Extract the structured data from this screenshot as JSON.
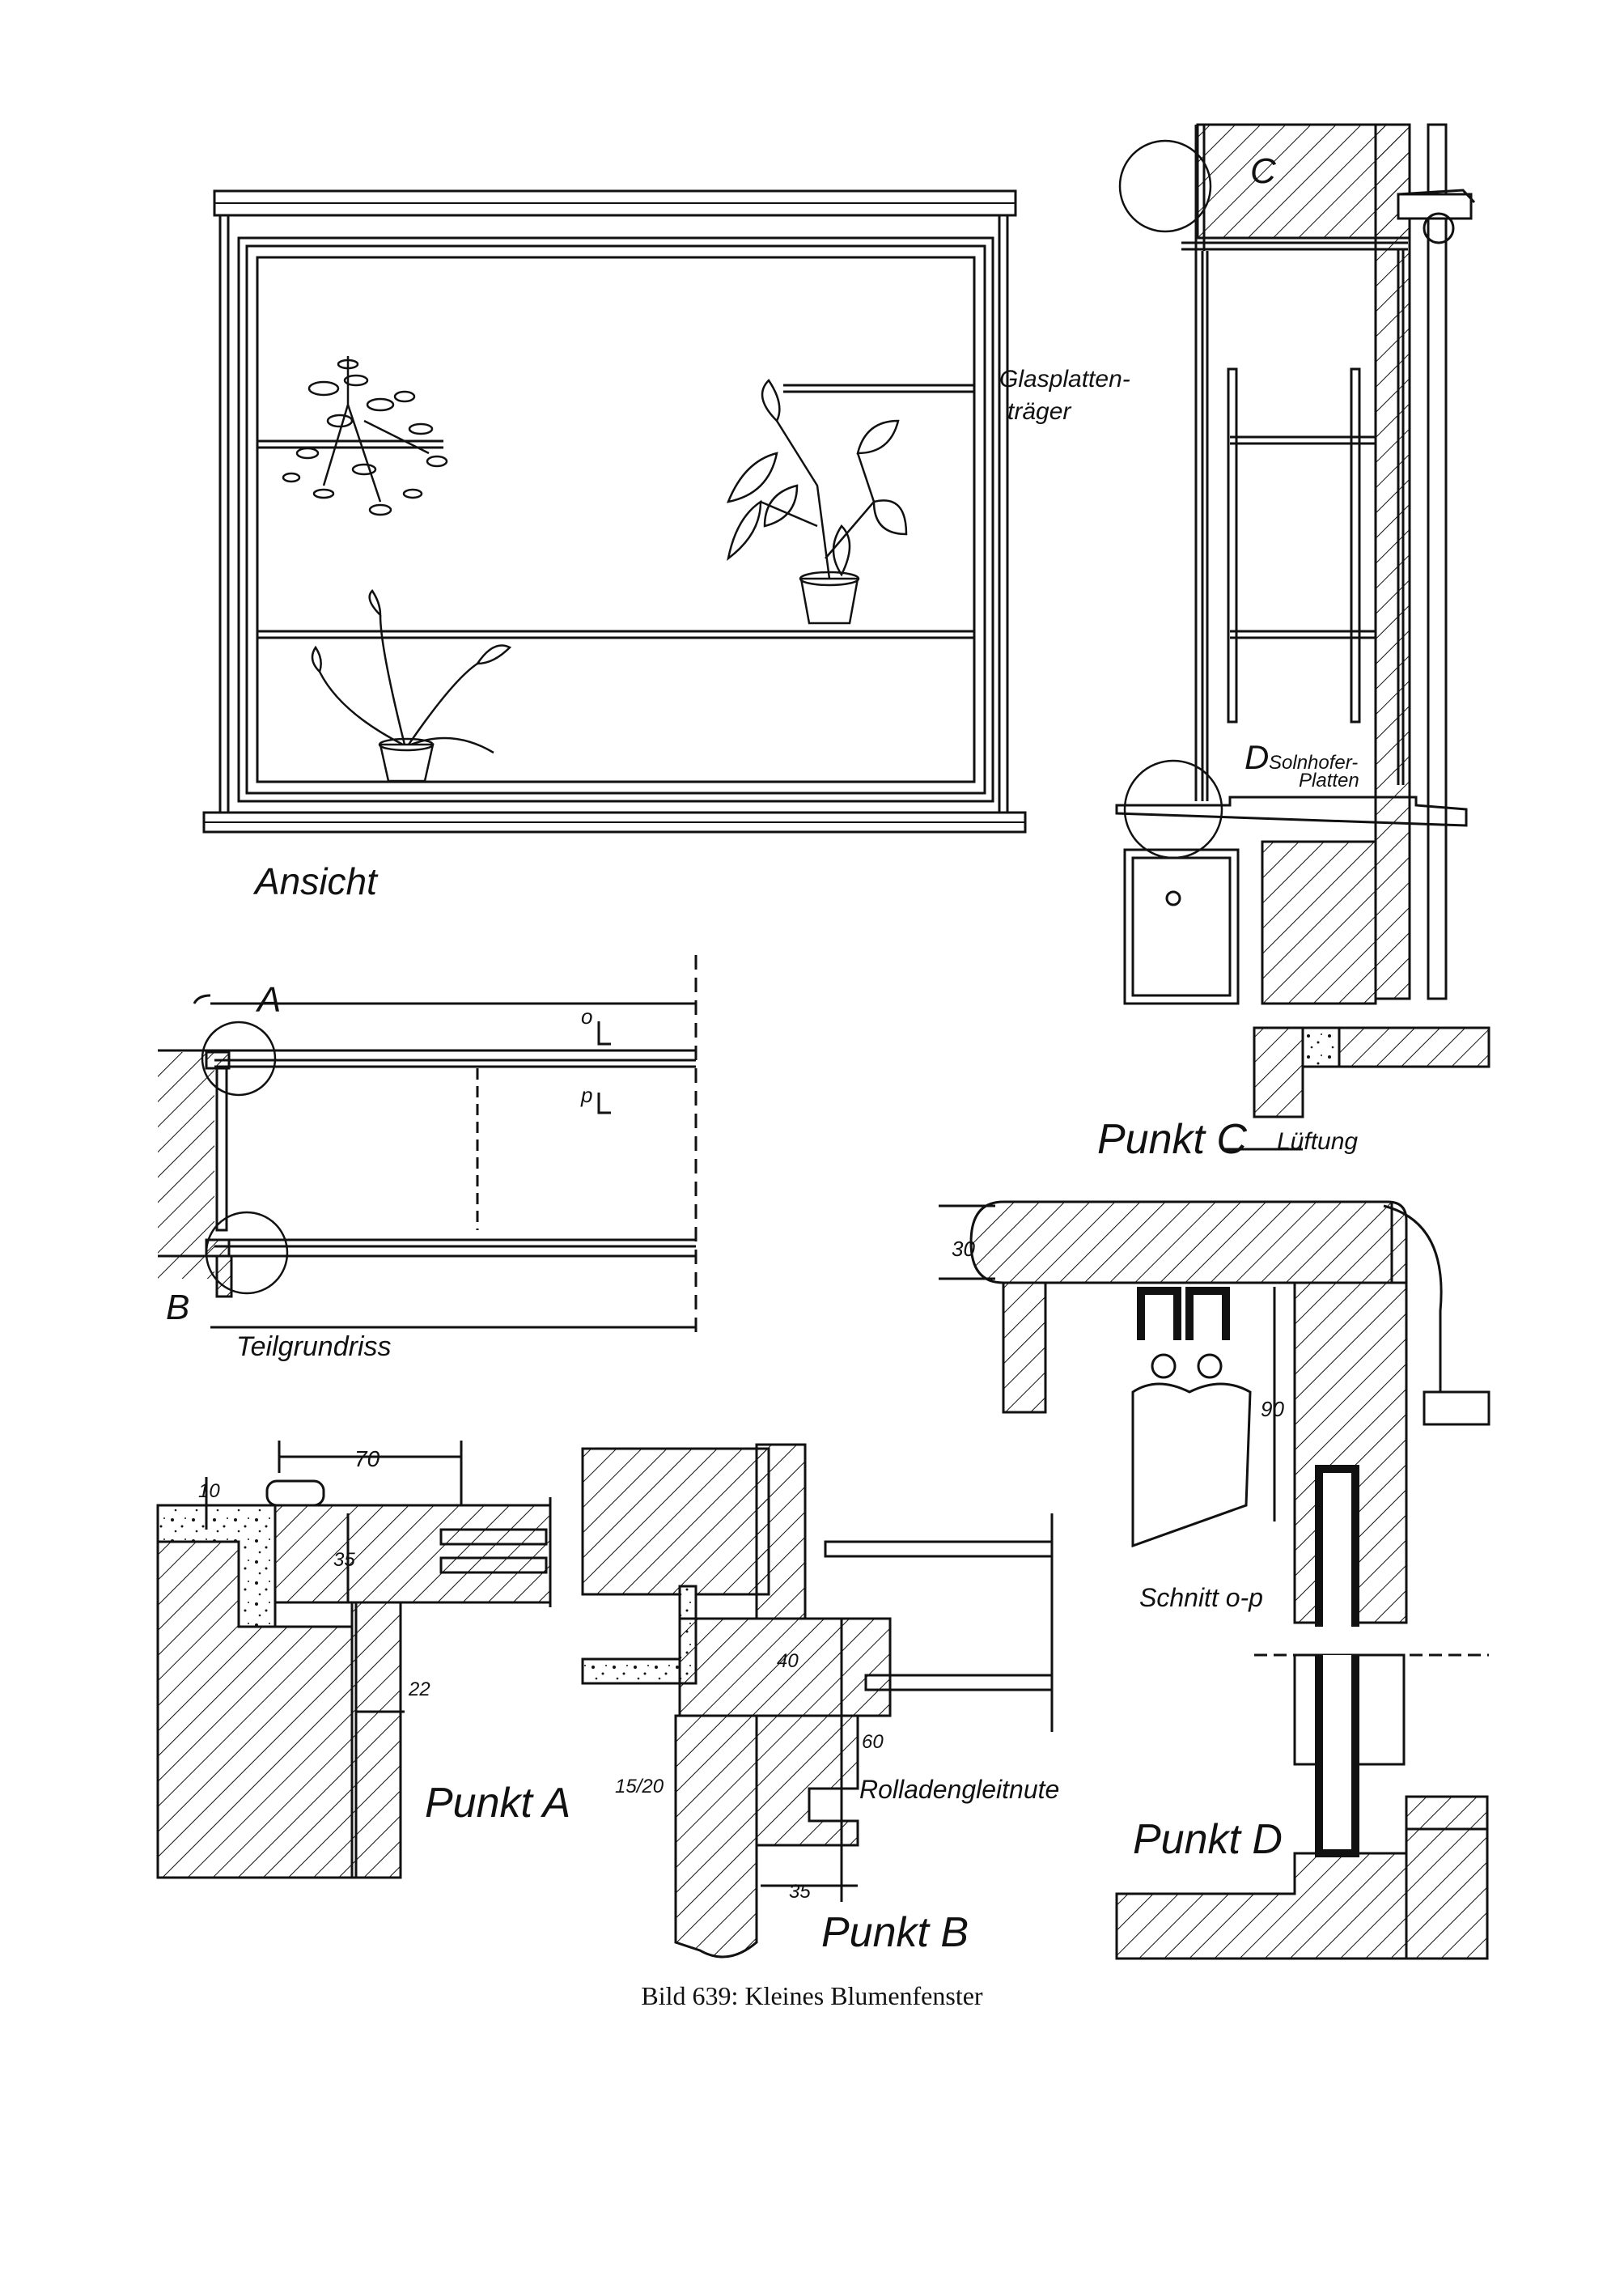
{
  "views": {
    "ansicht": "Ansicht",
    "teilgrundriss": "Teilgrundriss",
    "schnitt_op": "Schnitt o-p"
  },
  "labels": {
    "glasplatten_line1": "Glasplatten-",
    "glasplatten_line2": "träger",
    "solnhofer_line1": "Solnhofer-",
    "solnhofer_line2": "Platten",
    "lueftung": "Lüftung",
    "rolladengleitnute": "Rolladengleitnute"
  },
  "detail_markers": {
    "a": "A",
    "b": "B",
    "c": "C",
    "d": "D",
    "o": "o",
    "p": "p"
  },
  "details": {
    "punkt_a": "Punkt A",
    "punkt_b": "Punkt B",
    "punkt_c": "Punkt C",
    "punkt_d": "Punkt D"
  },
  "dimensions": {
    "a_70": "70",
    "a_10": "10",
    "a_35": "35",
    "a_22": "22",
    "b_40": "40",
    "b_60": "60",
    "b_1520": "15/20",
    "b_35": "35",
    "c_30": "30",
    "c_90": "90"
  },
  "caption": "Bild 639: Kleines Blumenfenster"
}
